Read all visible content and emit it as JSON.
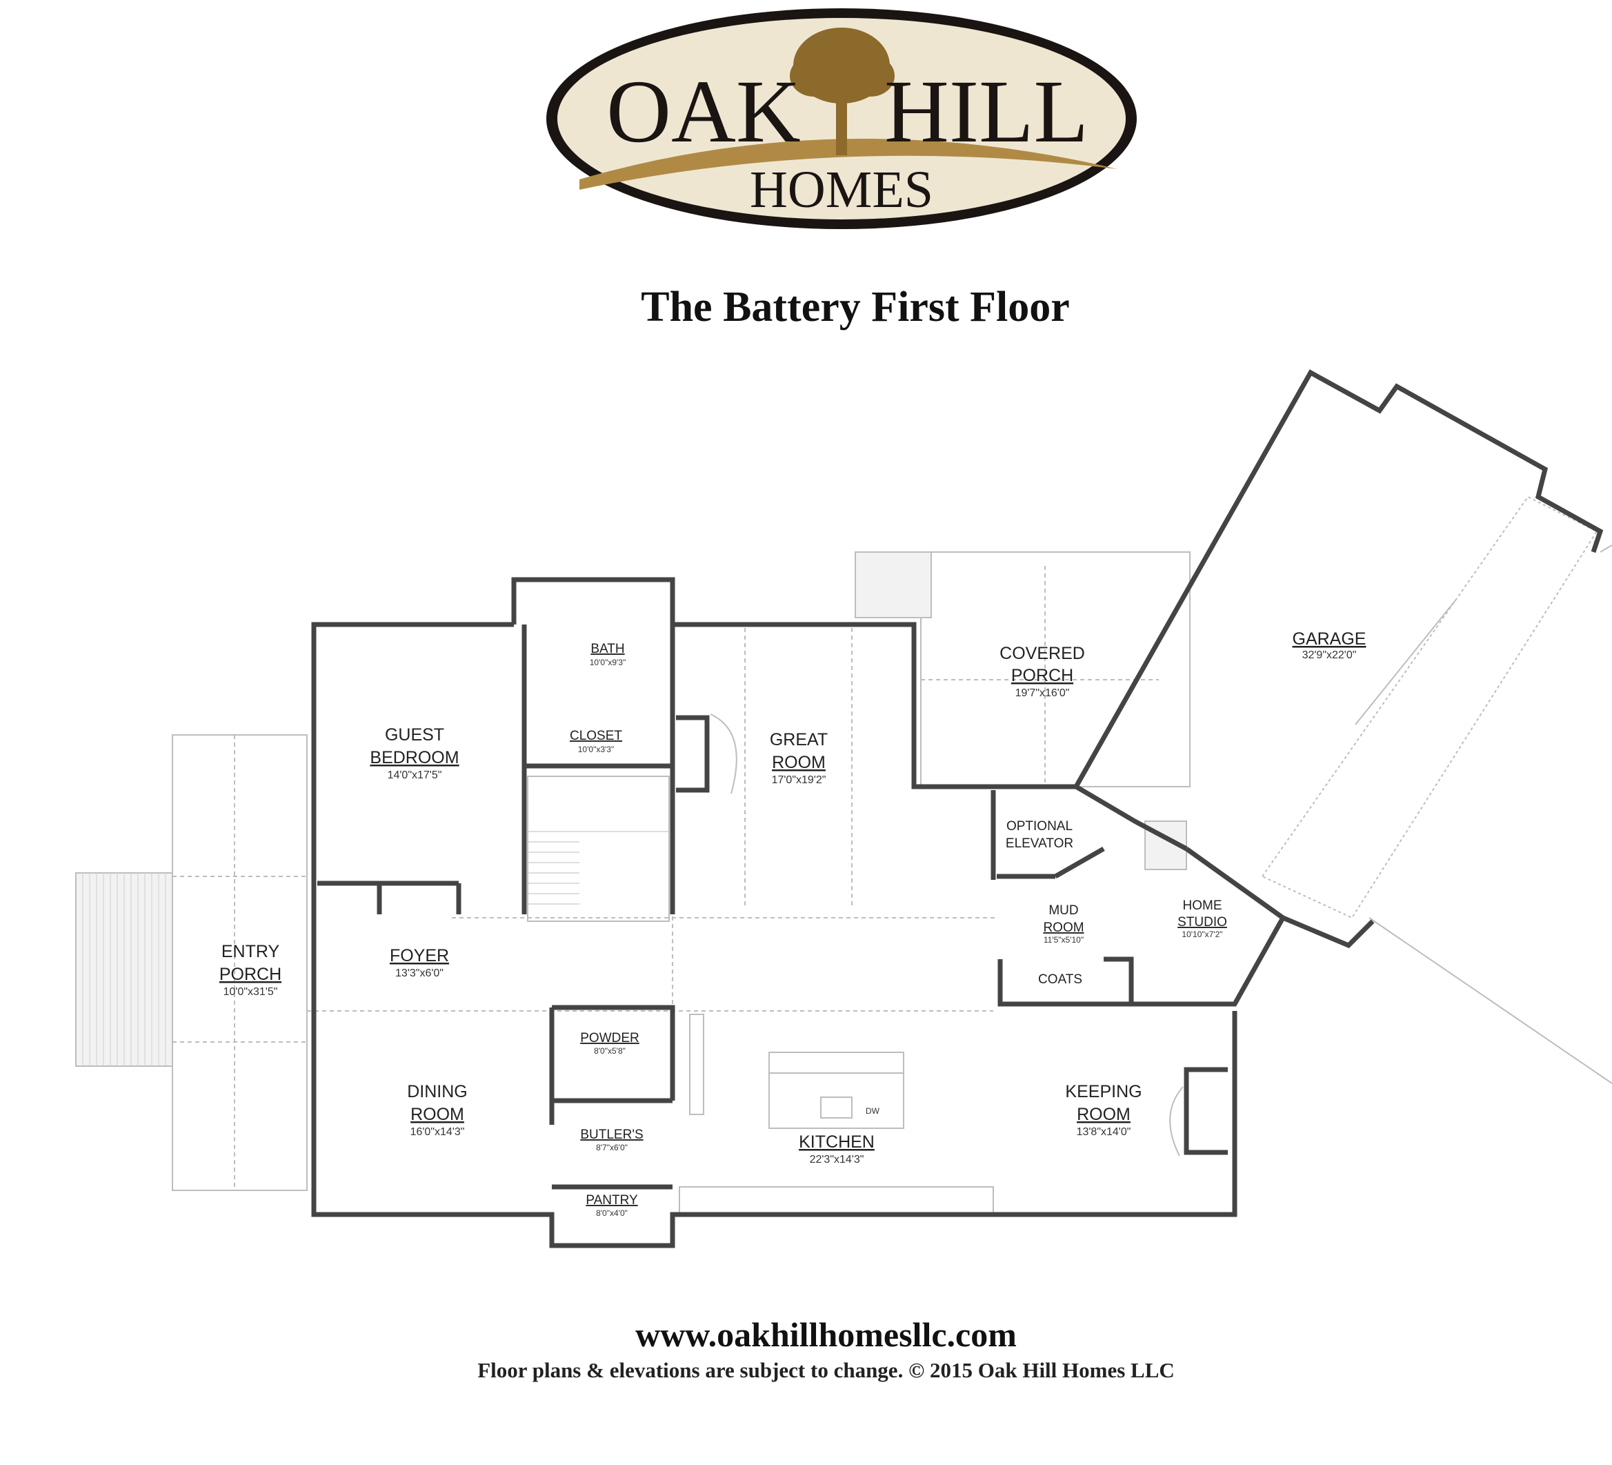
{
  "logo": {
    "line1_left": "OAK",
    "line1_right": "HILL",
    "line2": "HOMES",
    "oval_color": "#1a1512",
    "fill_color": "#efe6d2",
    "swoosh_color": "#b08a45",
    "tree_color": "#8c6a2c"
  },
  "title": "The Battery First Floor",
  "rooms": {
    "guest_bedroom": {
      "name1": "GUEST",
      "name2": "BEDROOM",
      "dim": "14'0\"x17'5\""
    },
    "bath": {
      "name": "BATH",
      "dim": "10'0\"x9'3\""
    },
    "closet": {
      "name": "CLOSET",
      "dim": "10'0\"x3'3\""
    },
    "great_room": {
      "name1": "GREAT",
      "name2": "ROOM",
      "dim": "17'0\"x19'2\""
    },
    "covered_porch": {
      "name1": "COVERED",
      "name2": "PORCH",
      "dim": "19'7\"x16'0\""
    },
    "garage": {
      "name": "GARAGE",
      "dim": "32'9\"x22'0\""
    },
    "optional_elevator": {
      "name1": "OPTIONAL",
      "name2": "ELEVATOR"
    },
    "mud_room": {
      "name1": "MUD",
      "name2": "ROOM",
      "dim": "11'5\"x5'10\""
    },
    "home_studio": {
      "name1": "HOME",
      "name2": "STUDIO",
      "dim": "10'10\"x7'2\""
    },
    "coats": {
      "name": "COATS"
    },
    "entry_porch": {
      "name1": "ENTRY",
      "name2": "PORCH",
      "dim": "10'0\"x31'5\""
    },
    "foyer": {
      "name": "FOYER",
      "dim": "13'3\"x6'0\""
    },
    "powder": {
      "name": "POWDER",
      "dim": "8'0\"x5'8\""
    },
    "dining_room": {
      "name1": "DINING",
      "name2": "ROOM",
      "dim": "16'0\"x14'3\""
    },
    "butlers": {
      "name": "BUTLER'S",
      "dim": "8'7\"x6'0\""
    },
    "pantry": {
      "name": "PANTRY",
      "dim": "8'0\"x4'0\""
    },
    "kitchen": {
      "name": "KITCHEN",
      "dim": "22'3\"x14'3\"",
      "dw": "DW"
    },
    "keeping_room": {
      "name1": "KEEPING",
      "name2": "ROOM",
      "dim": "13'8\"x14'0\""
    }
  },
  "footer": {
    "url": "www.oakhillhomesllc.com",
    "disclaimer": "Floor plans & elevations are subject to change.  © 2015 Oak Hill Homes LLC"
  }
}
